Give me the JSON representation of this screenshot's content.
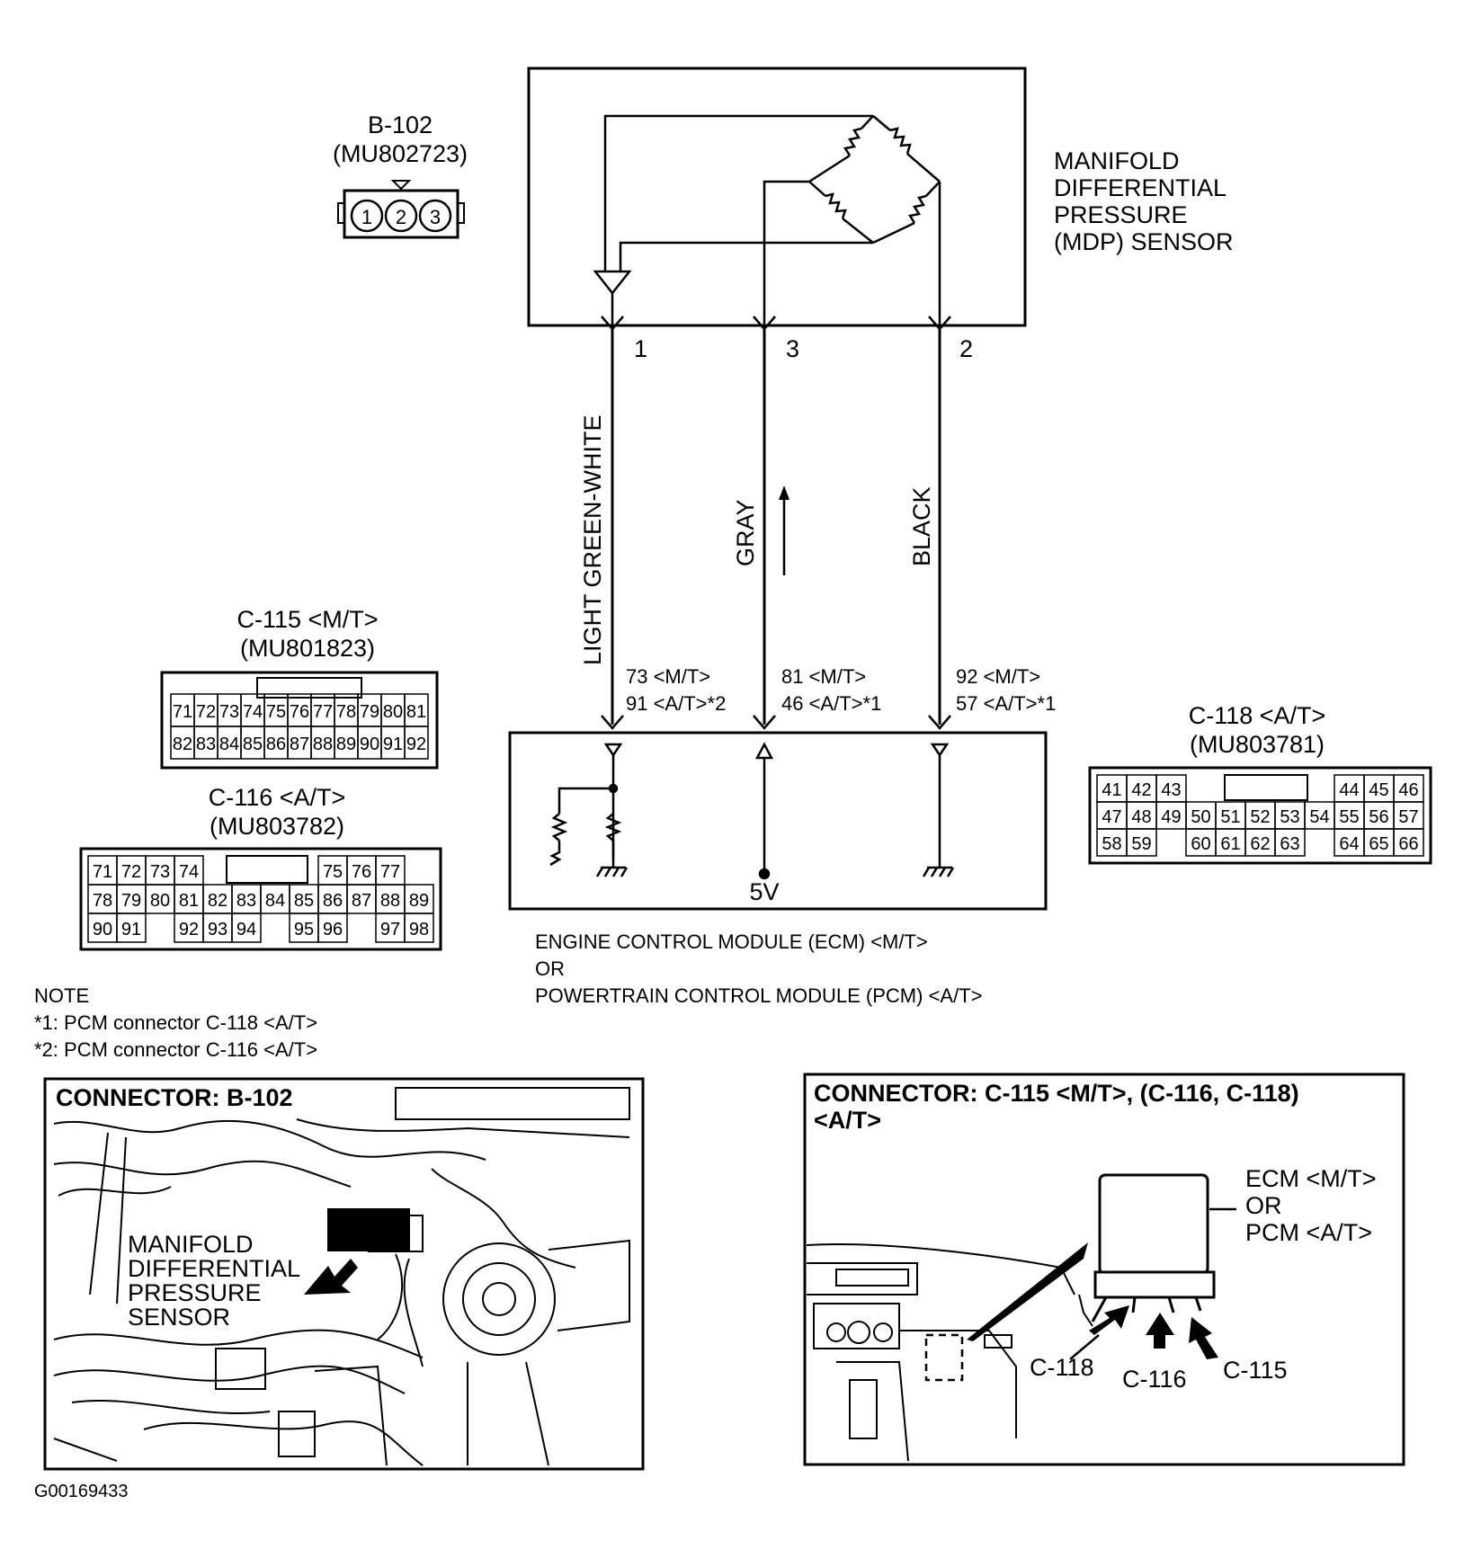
{
  "sensor": {
    "connector_id": "B-102",
    "part_number": "(MU802723)",
    "pins": [
      "1",
      "2",
      "3"
    ],
    "name_lines": [
      "MANIFOLD",
      "DIFFERENTIAL",
      "PRESSURE",
      "(MDP) SENSOR"
    ]
  },
  "wires": [
    {
      "pin": "1",
      "color": "LIGHT GREEN-WHITE",
      "term_mt": "73 <M/T>",
      "term_at": "91 <A/T>*2"
    },
    {
      "pin": "3",
      "color": "GRAY",
      "term_mt": "81 <M/T>",
      "term_at": "46 <A/T>*1"
    },
    {
      "pin": "2",
      "color": "BLACK",
      "term_mt": "92 <M/T>",
      "term_at": "57 <A/T>*1"
    }
  ],
  "module": {
    "voltage_label": "5V",
    "caption_lines": [
      "ENGINE CONTROL MODULE (ECM) <M/T>",
      "OR",
      "POWERTRAIN CONTROL MODULE (PCM) <A/T>"
    ]
  },
  "connectors": {
    "c115": {
      "title": "C-115 <M/T>",
      "part": "(MU801823)",
      "rows": [
        [
          "71",
          "72",
          "73",
          "74",
          "75",
          "76",
          "77",
          "78",
          "79",
          "80",
          "81"
        ],
        [
          "82",
          "83",
          "84",
          "85",
          "86",
          "87",
          "88",
          "89",
          "90",
          "91",
          "92"
        ]
      ]
    },
    "c116": {
      "title": "C-116 <A/T>",
      "part": "(MU803782)",
      "rows": [
        [
          "71",
          "72",
          "73",
          "74",
          "",
          "",
          "",
          "",
          "75",
          "76",
          "77"
        ],
        [
          "78",
          "79",
          "80",
          "81",
          "82",
          "83",
          "84",
          "85",
          "86",
          "87",
          "88",
          "89"
        ],
        [
          "90",
          "91",
          "",
          "92",
          "93",
          "94",
          "",
          "95",
          "96",
          "",
          "97",
          "98"
        ]
      ]
    },
    "c118": {
      "title": "C-118 <A/T>",
      "part": "(MU803781)",
      "rows": [
        [
          "41",
          "42",
          "43",
          "",
          "",
          "",
          "",
          "",
          "44",
          "45",
          "46"
        ],
        [
          "47",
          "48",
          "49",
          "50",
          "51",
          "52",
          "53",
          "54",
          "55",
          "56",
          "57"
        ],
        [
          "58",
          "59",
          "",
          "60",
          "61",
          "62",
          "63",
          "",
          "64",
          "65",
          "66"
        ]
      ]
    }
  },
  "note": {
    "heading": "NOTE",
    "lines": [
      "*1: PCM connector C-118 <A/T>",
      "*2: PCM connector C-116 <A/T>"
    ]
  },
  "panel_left": {
    "title": "CONNECTOR: B-102",
    "callout_lines": [
      "MANIFOLD",
      "DIFFERENTIAL",
      "PRESSURE",
      "SENSOR"
    ]
  },
  "panel_right": {
    "title_line1": "CONNECTOR: C-115 <M/T>, (C-116, C-118)",
    "title_line2": "<A/T>",
    "module_lines": [
      "ECM <M/T>",
      "OR",
      "PCM <A/T>"
    ],
    "connector_labels": [
      "C-118",
      "C-116",
      "C-115"
    ]
  },
  "figure_id": "G00169433"
}
